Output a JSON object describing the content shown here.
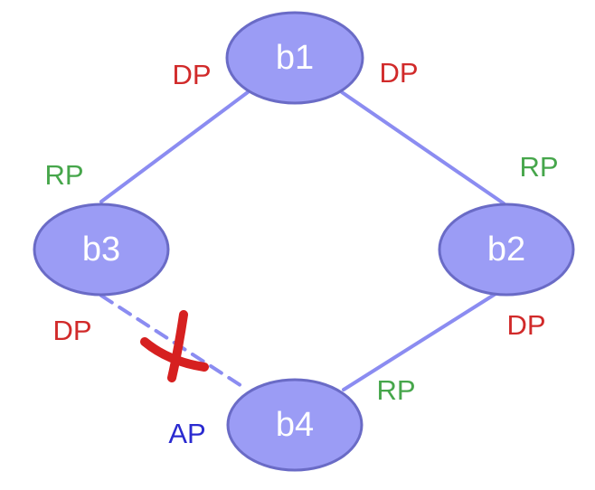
{
  "colors": {
    "node_fill": "#9b9cf5",
    "node_stroke": "#6a6bc6",
    "link": "#8b8cf1",
    "designated_port": "#d12a2a",
    "root_port": "#46a64b",
    "alternate_port": "#2a2ad0",
    "blocked_mark": "#d62020"
  },
  "nodes": {
    "b1": {
      "label": "b1"
    },
    "b2": {
      "label": "b2"
    },
    "b3": {
      "label": "b3"
    },
    "b4": {
      "label": "b4"
    }
  },
  "links": [
    {
      "from": "b1",
      "to": "b3",
      "state": "forwarding"
    },
    {
      "from": "b1",
      "to": "b2",
      "state": "forwarding"
    },
    {
      "from": "b2",
      "to": "b4",
      "state": "forwarding"
    },
    {
      "from": "b3",
      "to": "b4",
      "state": "blocked"
    }
  ],
  "ports": {
    "b1_to_b3": {
      "text": "DP",
      "role": "designated"
    },
    "b1_to_b2": {
      "text": "DP",
      "role": "designated"
    },
    "b3_to_b1": {
      "text": "RP",
      "role": "root"
    },
    "b2_to_b1": {
      "text": "RP",
      "role": "root"
    },
    "b3_to_b4": {
      "text": "DP",
      "role": "designated"
    },
    "b2_to_b4": {
      "text": "DP",
      "role": "designated"
    },
    "b4_to_b2": {
      "text": "RP",
      "role": "root"
    },
    "b4_to_b3": {
      "text": "AP",
      "role": "alternate"
    }
  },
  "blocked_link_mark": {
    "icon": "x-mark-icon"
  }
}
